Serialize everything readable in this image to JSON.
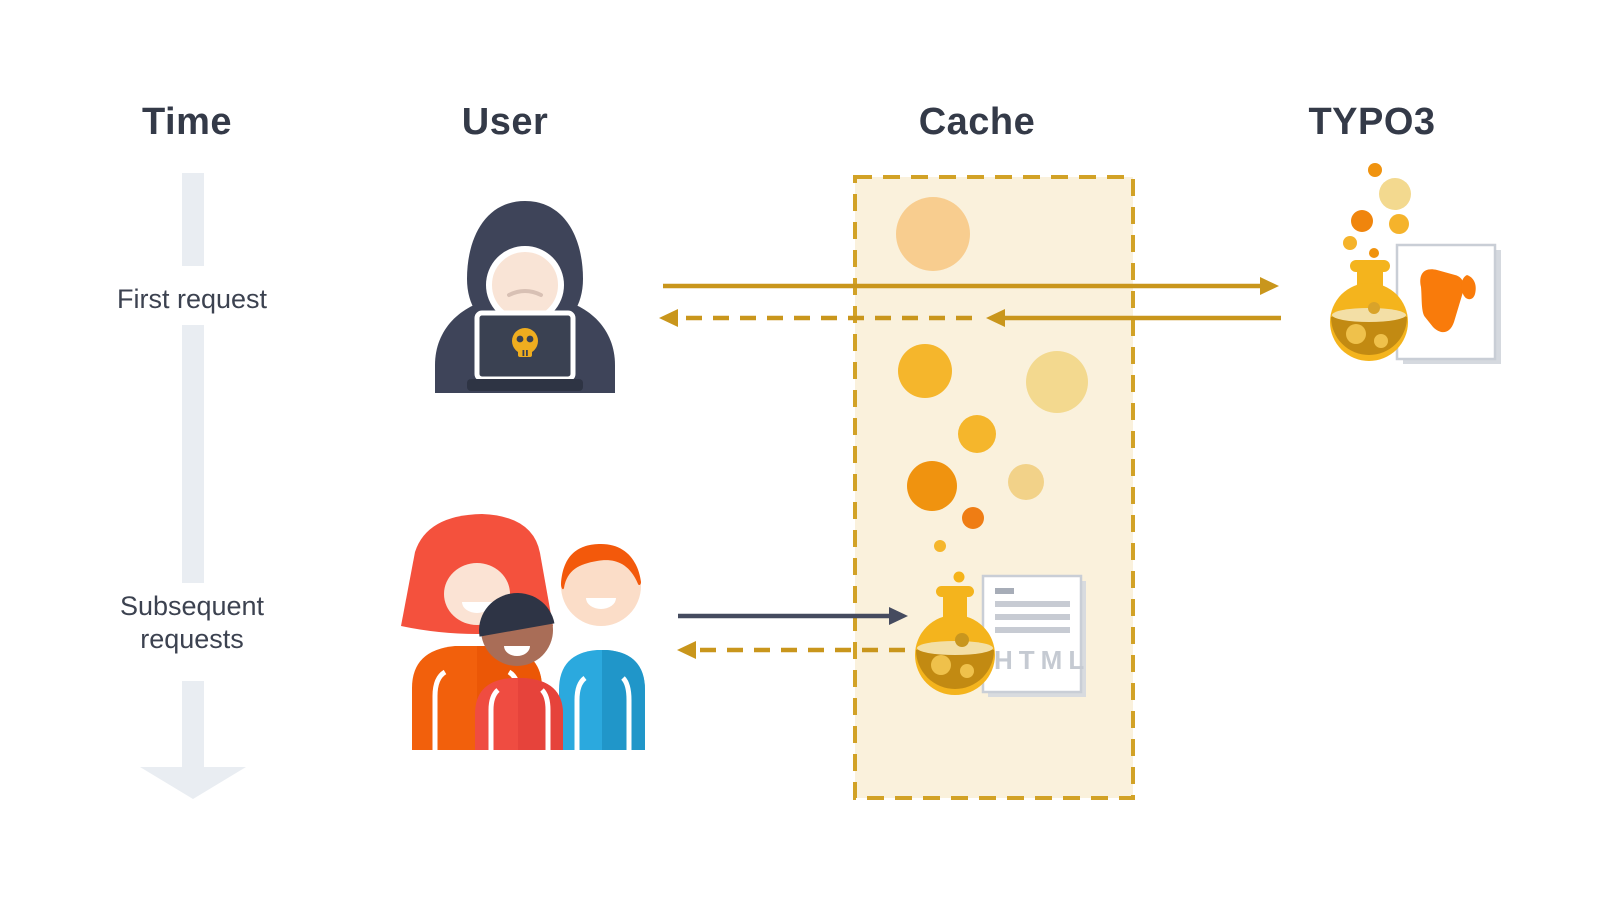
{
  "headers": {
    "time": "Time",
    "user": "User",
    "cache": "Cache",
    "typo3": "TYPO3"
  },
  "labels": {
    "first_request": "First request",
    "subsequent_requests": "Subsequent requests"
  },
  "cache_doc": {
    "label": "HTML"
  },
  "icons": {
    "timeline": "downward-time-arrow",
    "hacker_user": "hooded-hacker-with-skull-laptop",
    "users_group": "three-people-group",
    "typo3_flask": "gold-potion-flask-with-bubbles",
    "typo3_logo": "typo3-orange-logo-on-card",
    "cached_document": "html-document-card-with-flask"
  },
  "colors": {
    "heading_text": "#343A48",
    "label_text": "#3C4250",
    "arrow_gold": "#C9961C",
    "arrow_dark": "#454B5F",
    "cache_fill": "#FAF1DC",
    "cache_border": "#D2A226",
    "timeline_gray": "#E9EDF2",
    "typo3_orange": "#F97B0B",
    "flask_gold": "#F4B41D",
    "flask_liquid": "#C28A12",
    "bubble_peach": "#F8CD8F",
    "bubble_gold": "#F5B62C",
    "bubble_light": "#F3D98F",
    "bubble_orange": "#F0930F"
  }
}
